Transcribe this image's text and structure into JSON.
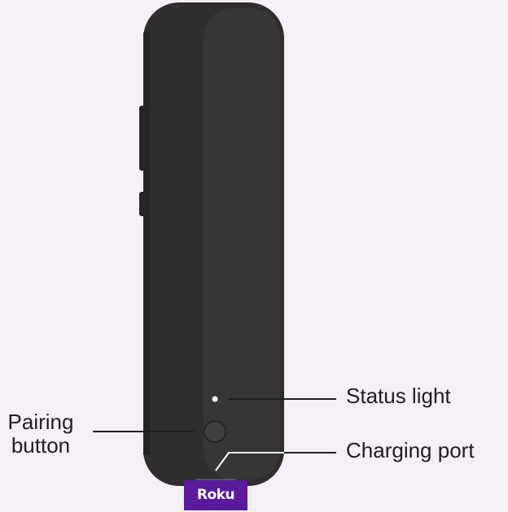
{
  "labels": {
    "status_light": "Status light",
    "charging_port": "Charging port",
    "pairing_button_line1": "Pairing",
    "pairing_button_line2": "button"
  },
  "brand": {
    "text": "Roku",
    "color": "#5a1a9a"
  },
  "colors": {
    "background": "#f5eff8",
    "remote_body": "#2f2d2e",
    "remote_shade": "#3b393a",
    "leader_line": "#1f1f1f",
    "status_light": "#ffffff"
  }
}
